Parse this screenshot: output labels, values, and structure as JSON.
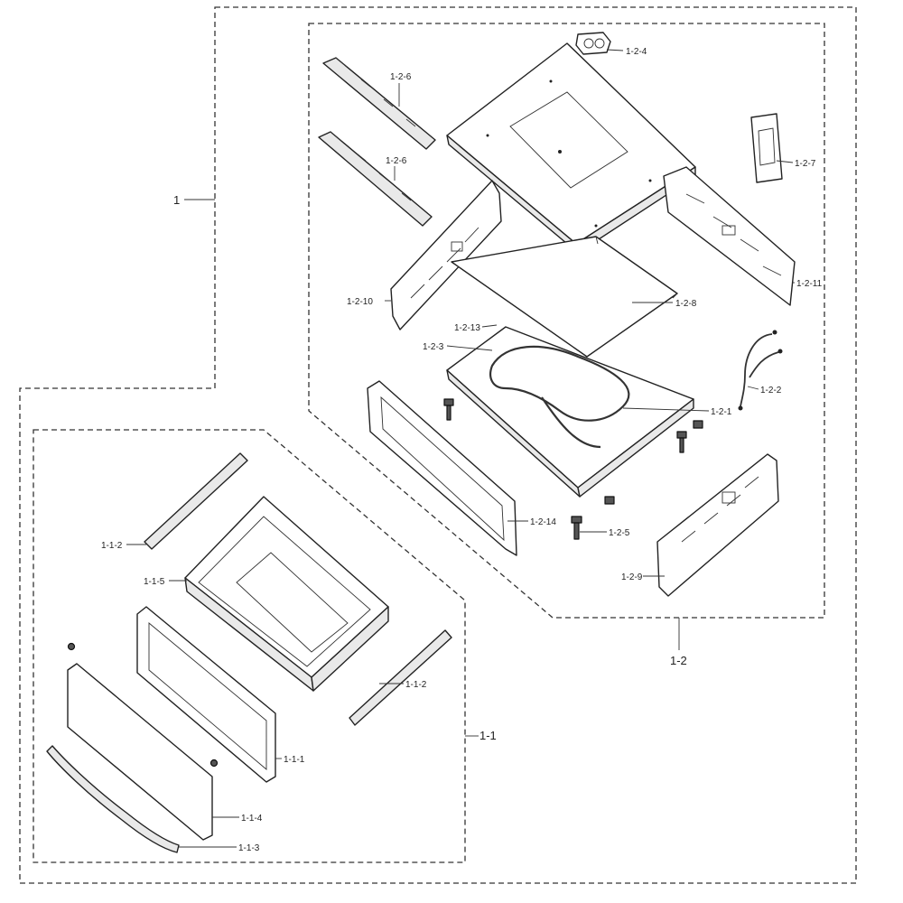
{
  "groups": {
    "g1": "1",
    "g11": "1-1",
    "g12": "1-2"
  },
  "parts": {
    "p124": "1-2-4",
    "p126a": "1-2-6",
    "p126b": "1-2-6",
    "p127": "1-2-7",
    "p1210": "1-2-10",
    "p1211": "1-2-11",
    "p128": "1-2-8",
    "p1213": "1-2-13",
    "p123": "1-2-3",
    "p122": "1-2-2",
    "p121": "1-2-1",
    "p1214": "1-2-14",
    "p125": "1-2-5",
    "p129": "1-2-9",
    "p112a": "1-1-2",
    "p115": "1-1-5",
    "p112b": "1-1-2",
    "p111": "1-1-1",
    "p114": "1-1-4",
    "p113": "1-1-3"
  }
}
